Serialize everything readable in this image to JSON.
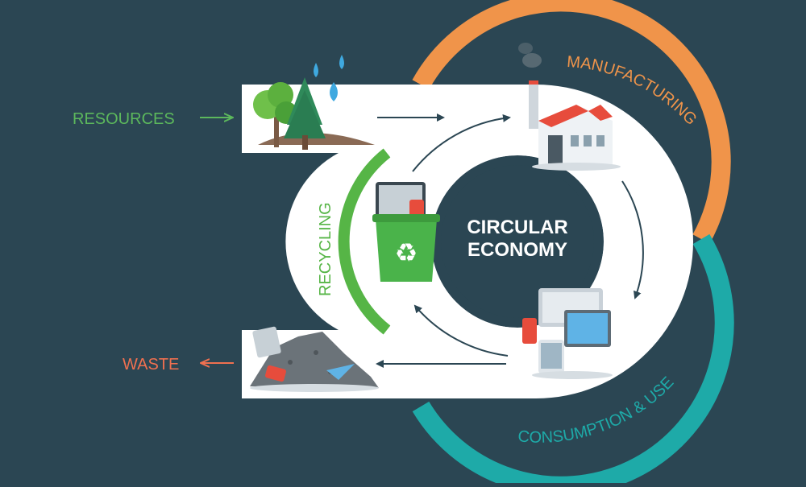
{
  "title": {
    "line1": "CIRCULAR",
    "line2": "ECONOMY"
  },
  "labels": {
    "resources": "RESOURCES",
    "waste": "WASTE",
    "manufacturing": "MANUFACTURING",
    "consumption": "CONSUMPTION & USE",
    "recycling": "RECYCLING"
  },
  "colors": {
    "background": "#2b4653",
    "resources": "#5cb85c",
    "waste": "#f07050",
    "manufacturing": "#f0944a",
    "consumption": "#1eaaa8",
    "recycling": "#56b546"
  },
  "icons": [
    "trees-icon",
    "water-drops-icon",
    "factory-icon",
    "devices-icon",
    "recycle-bin-icon",
    "waste-pile-icon"
  ]
}
